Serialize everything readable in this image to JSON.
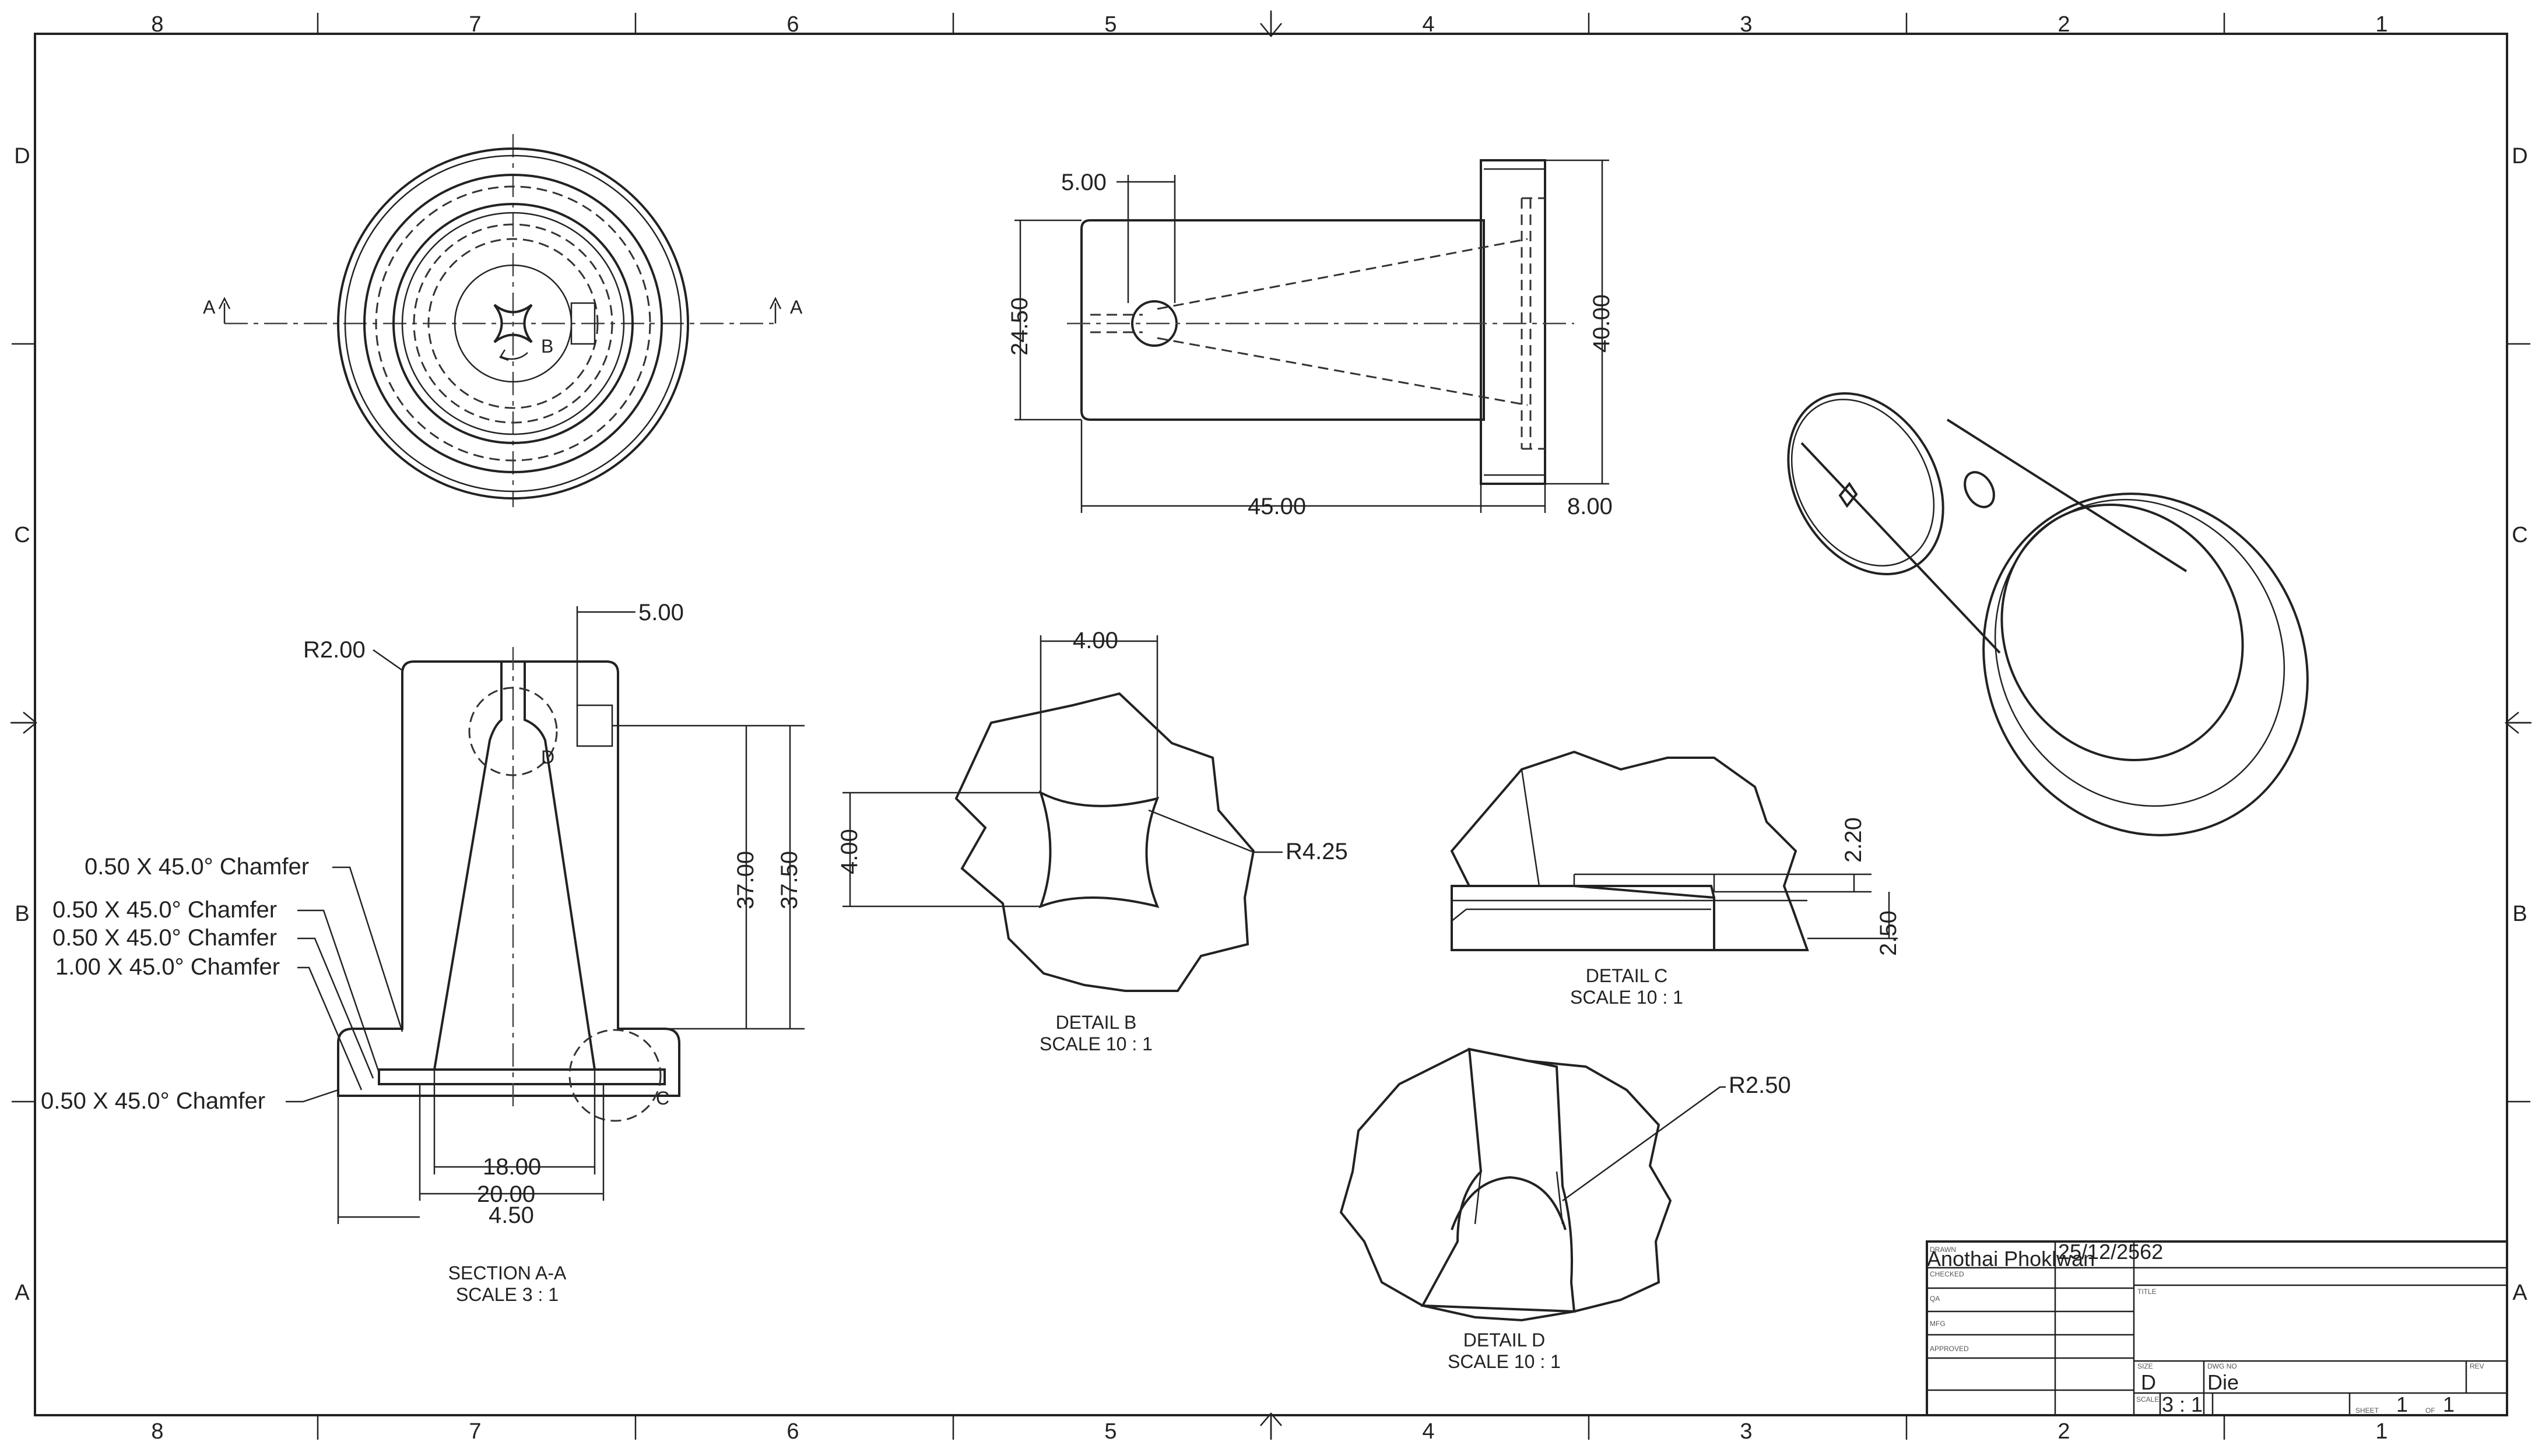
{
  "zones": {
    "columns": [
      "8",
      "7",
      "6",
      "5",
      "4",
      "3",
      "2",
      "1"
    ],
    "rows": [
      "D",
      "C",
      "B",
      "A"
    ]
  },
  "views": {
    "section_aa": {
      "title": "SECTION A-A",
      "scale": "SCALE 3 : 1"
    },
    "detail_b": {
      "title": "DETAIL  B",
      "scale": "SCALE 10 : 1"
    },
    "detail_c": {
      "title": "DETAIL  C",
      "scale": "SCALE 10 : 1"
    },
    "detail_d": {
      "title": "DETAIL  D",
      "scale": "SCALE 10 : 1"
    }
  },
  "markers": {
    "section": "A",
    "detail_b": "B",
    "detail_c": "C",
    "detail_d": "D"
  },
  "dimensions": {
    "side_hole": "5.00",
    "side_body_dia": "24.50",
    "side_flange_dia": "40.00",
    "side_length": "45.00",
    "side_flange_thk": "8.00",
    "sec_top_offset": "5.00",
    "sec_radius": "R2.00",
    "sec_depth_1": "37.00",
    "sec_depth_2": "37.50",
    "sec_bottom_1": "18.00",
    "sec_bottom_2": "20.00",
    "sec_bottom_3": "4.50",
    "det_b_width": "4.00",
    "det_b_height": "4.00",
    "det_b_radius": "R4.25",
    "det_c_1": "2.20",
    "det_c_2": "2.50",
    "det_d_radius": "R2.50"
  },
  "chamfers": [
    "0.50 X 45.0° Chamfer",
    "0.50 X 45.0° Chamfer",
    "0.50 X 45.0° Chamfer",
    "1.00 X 45.0° Chamfer",
    "0.50 X 45.0° Chamfer"
  ],
  "title_block": {
    "drawn_label": "DRAWN",
    "drawn_by": "Anothai Phoklwan",
    "date": "25/12/2562",
    "checked_label": "CHECKED",
    "qa_label": "QA",
    "mfg_label": "MFG",
    "approved_label": "APPROVED",
    "title_label": "TITLE",
    "size_label": "SIZE",
    "size": "D",
    "dwg_label": "DWG NO",
    "dwg_no": "Die",
    "rev_label": "REV",
    "scale_label": "SCALE",
    "scale": "3 : 1",
    "sheet_label": "SHEET",
    "sheet": "1",
    "of_label": "OF",
    "sheet_total": "1"
  }
}
